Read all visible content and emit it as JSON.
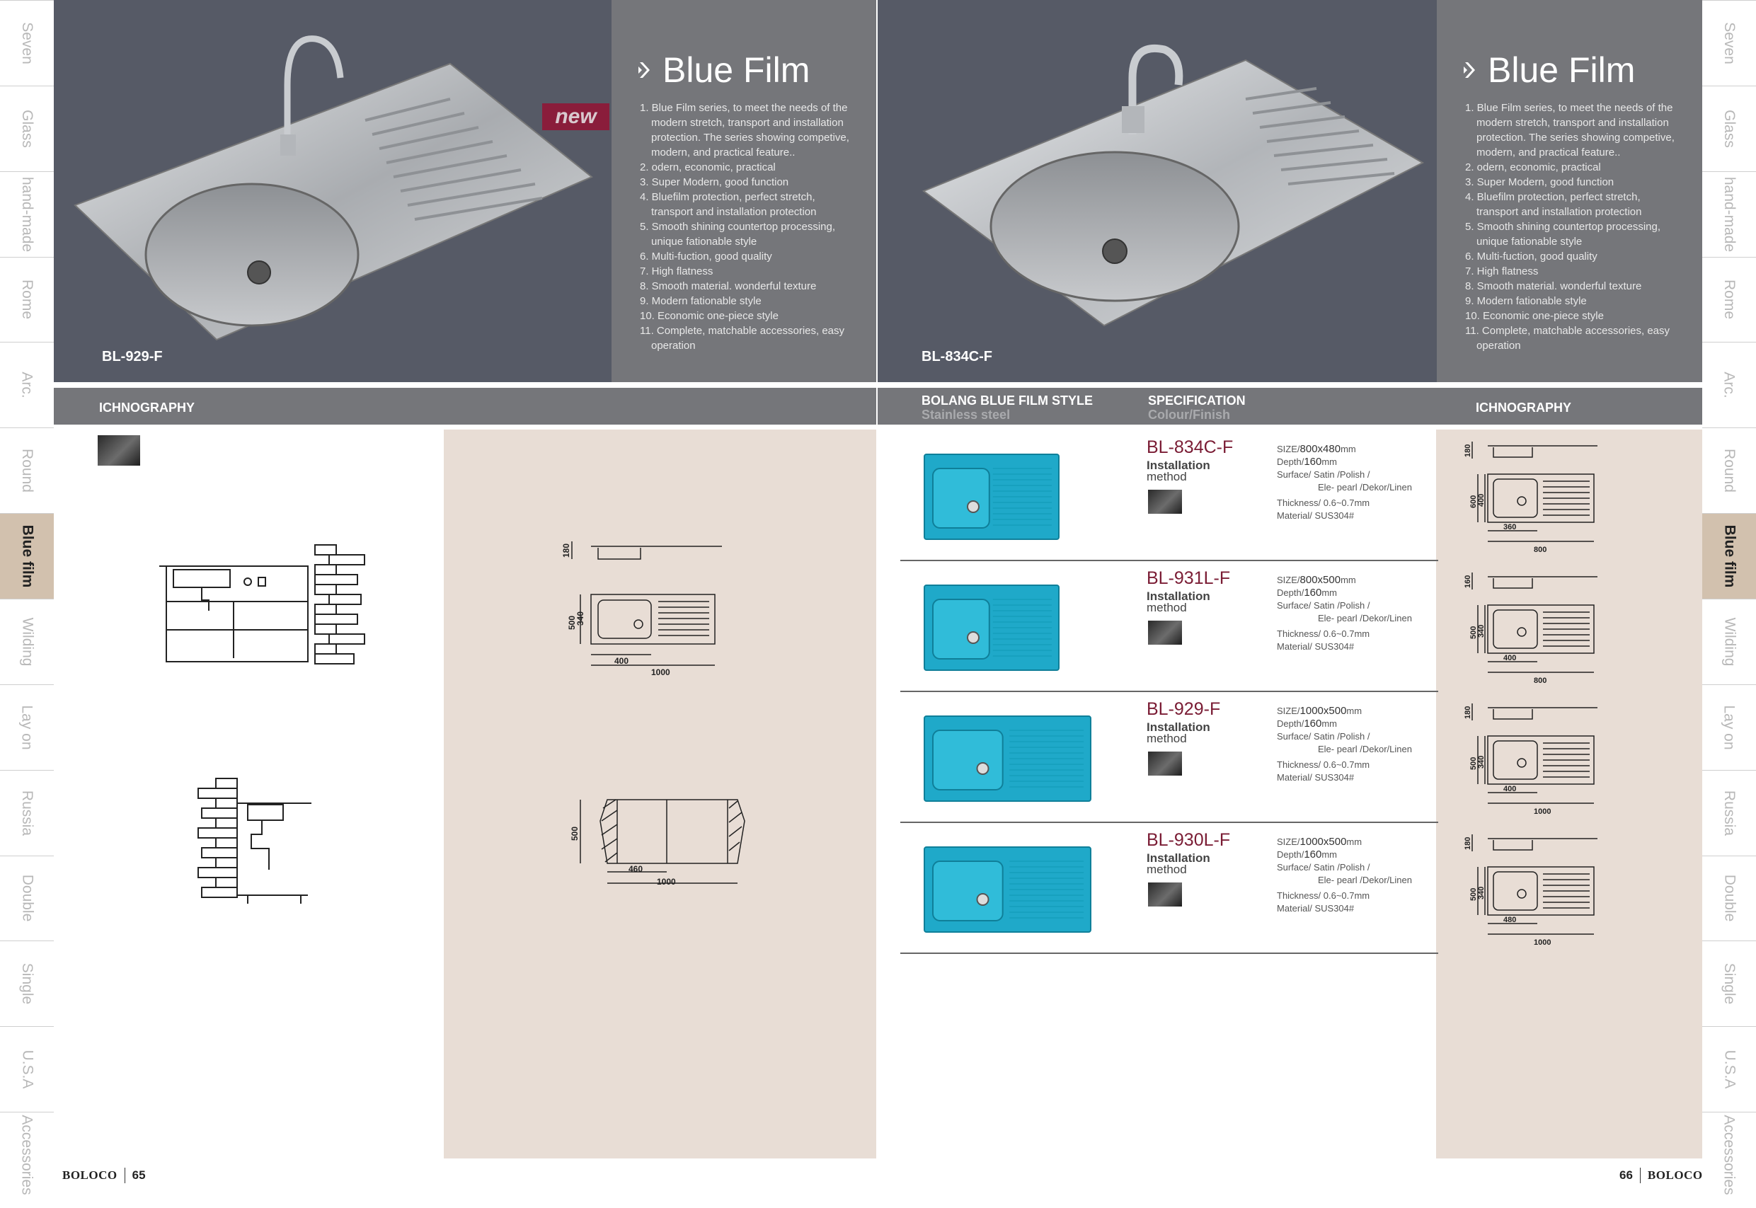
{
  "side_tabs_left": [
    "Seven",
    "Glass",
    "hand-made",
    "Rome",
    "Arc.",
    "Round",
    "Blue film",
    "Wilding",
    "Lay on",
    "Russia",
    "Double",
    "Single",
    "U.S.A",
    "Accessories"
  ],
  "side_tabs_right": [
    "Seven",
    "Glass",
    "hand-made",
    "Rome",
    "Arc.",
    "Round",
    "Blue film",
    "Wilding",
    "Lay on",
    "Russia",
    "Double",
    "Single",
    "U.S.A",
    "Accessories"
  ],
  "active_tab": "Blue film",
  "left_page": {
    "hero": {
      "model": "BL-929-F",
      "badge": "new"
    },
    "panel": {
      "title": "Blue Film",
      "features": [
        "1. Blue Film series, to meet the needs of the modern stretch, transport and installation protection. The series showing competive, modern, and practical feature..",
        "2. odern, economic, practical",
        "3. Super Modern, good function",
        "4. Bluefilm protection, perfect stretch, transport and installation protection",
        "5. Smooth shining countertop processing, unique fationable style",
        "6. Multi-fuction, good quality",
        "7. High flatness",
        "8. Smooth material. wonderful texture",
        "9. Modern fationable style",
        "10. Economic one-piece style",
        "11. Complete, matchable accessories, easy operation"
      ]
    },
    "bar": {
      "title": "ICHNOGRAPHY"
    },
    "drawings": {
      "top": {
        "h": "180",
        "w1": "500",
        "w2": "340",
        "d1": "400",
        "d2": "1000"
      },
      "cut": {
        "h": "500",
        "d1": "460",
        "d2": "1000"
      }
    },
    "footer": {
      "brand": "BOLOCO",
      "page": "65"
    }
  },
  "right_page": {
    "hero": {
      "model": "BL-834C-F"
    },
    "panel": {
      "title": "Blue Film",
      "features": [
        "1. Blue Film series, to meet the needs of the modern stretch, transport and installation protection. The series showing competive, modern, and practical feature..",
        "2. odern, economic, practical",
        "3. Super Modern, good function",
        "4. Bluefilm protection, perfect stretch, transport and installation protection",
        "5. Smooth shining countertop processing, unique fationable style",
        "6. Multi-fuction, good quality",
        "7. High flatness",
        "8. Smooth material. wonderful texture",
        "9. Modern fationable style",
        "10. Economic one-piece style",
        "11. Complete, matchable accessories, easy operation"
      ]
    },
    "bar": {
      "style_title": "BOLANG BLUE FILM STYLE",
      "style_sub": "Stainless steel",
      "spec_title": "SPECIFICATION",
      "spec_sub": "Colour/Finish",
      "ichno_title": "ICHNOGRAPHY"
    },
    "products": [
      {
        "model": "BL-834C-F",
        "install": "Installation",
        "method": "method",
        "size_label": "SIZE/",
        "size": "800x480",
        "size_unit": "mm",
        "depth_label": "Depth/",
        "depth": "160",
        "depth_unit": "mm",
        "surface1": "Surface/ Satin /Polish /",
        "surface2": "Ele- pearl /Dekor/Linen",
        "thickness": "Thickness/ 0.6~0.7mm",
        "material": "Material/ SUS304#",
        "dims": {
          "h": "180",
          "a": "600",
          "b": "400",
          "c": "360",
          "d": "800"
        }
      },
      {
        "model": "BL-931L-F",
        "install": "Installation",
        "method": "method",
        "size_label": "SIZE/",
        "size": "800x500",
        "size_unit": "mm",
        "depth_label": "Depth/",
        "depth": "160",
        "depth_unit": "mm",
        "surface1": "Surface/ Satin /Polish /",
        "surface2": "Ele- pearl /Dekor/Linen",
        "thickness": "Thickness/ 0.6~0.7mm",
        "material": "Material/ SUS304#",
        "dims": {
          "h": "160",
          "a": "500",
          "b": "340",
          "c": "400",
          "d": "800"
        }
      },
      {
        "model": "BL-929-F",
        "install": "Installation",
        "method": "method",
        "size_label": "SIZE/",
        "size": "1000x500",
        "size_unit": "mm",
        "depth_label": "Depth/",
        "depth": "160",
        "depth_unit": "mm",
        "surface1": "Surface/ Satin /Polish /",
        "surface2": "Ele- pearl /Dekor/Linen",
        "thickness": "Thickness/ 0.6~0.7mm",
        "material": "Material/ SUS304#",
        "dims": {
          "h": "180",
          "a": "500",
          "b": "340",
          "c": "400",
          "d": "1000"
        }
      },
      {
        "model": "BL-930L-F",
        "install": "Installation",
        "method": "method",
        "size_label": "SIZE/",
        "size": "1000x500",
        "size_unit": "mm",
        "depth_label": "Depth/",
        "depth": "160",
        "depth_unit": "mm",
        "surface1": "Surface/ Satin /Polish /",
        "surface2": "Ele- pearl /Dekor/Linen",
        "thickness": "Thickness/ 0.6~0.7mm",
        "material": "Material/ SUS304#",
        "dims": {
          "h": "180",
          "a": "500",
          "b": "340",
          "c": "480",
          "d": "1000"
        }
      }
    ],
    "footer": {
      "brand": "BOLOCO",
      "page": "66"
    }
  },
  "colors": {
    "hero_bg": "#565a66",
    "panel_bg": "#75767a",
    "beige": "#e8ddd5",
    "active_tab": "#d2c1ae",
    "model_red": "#7a1c34",
    "film_blue": "#1fa9c9"
  }
}
